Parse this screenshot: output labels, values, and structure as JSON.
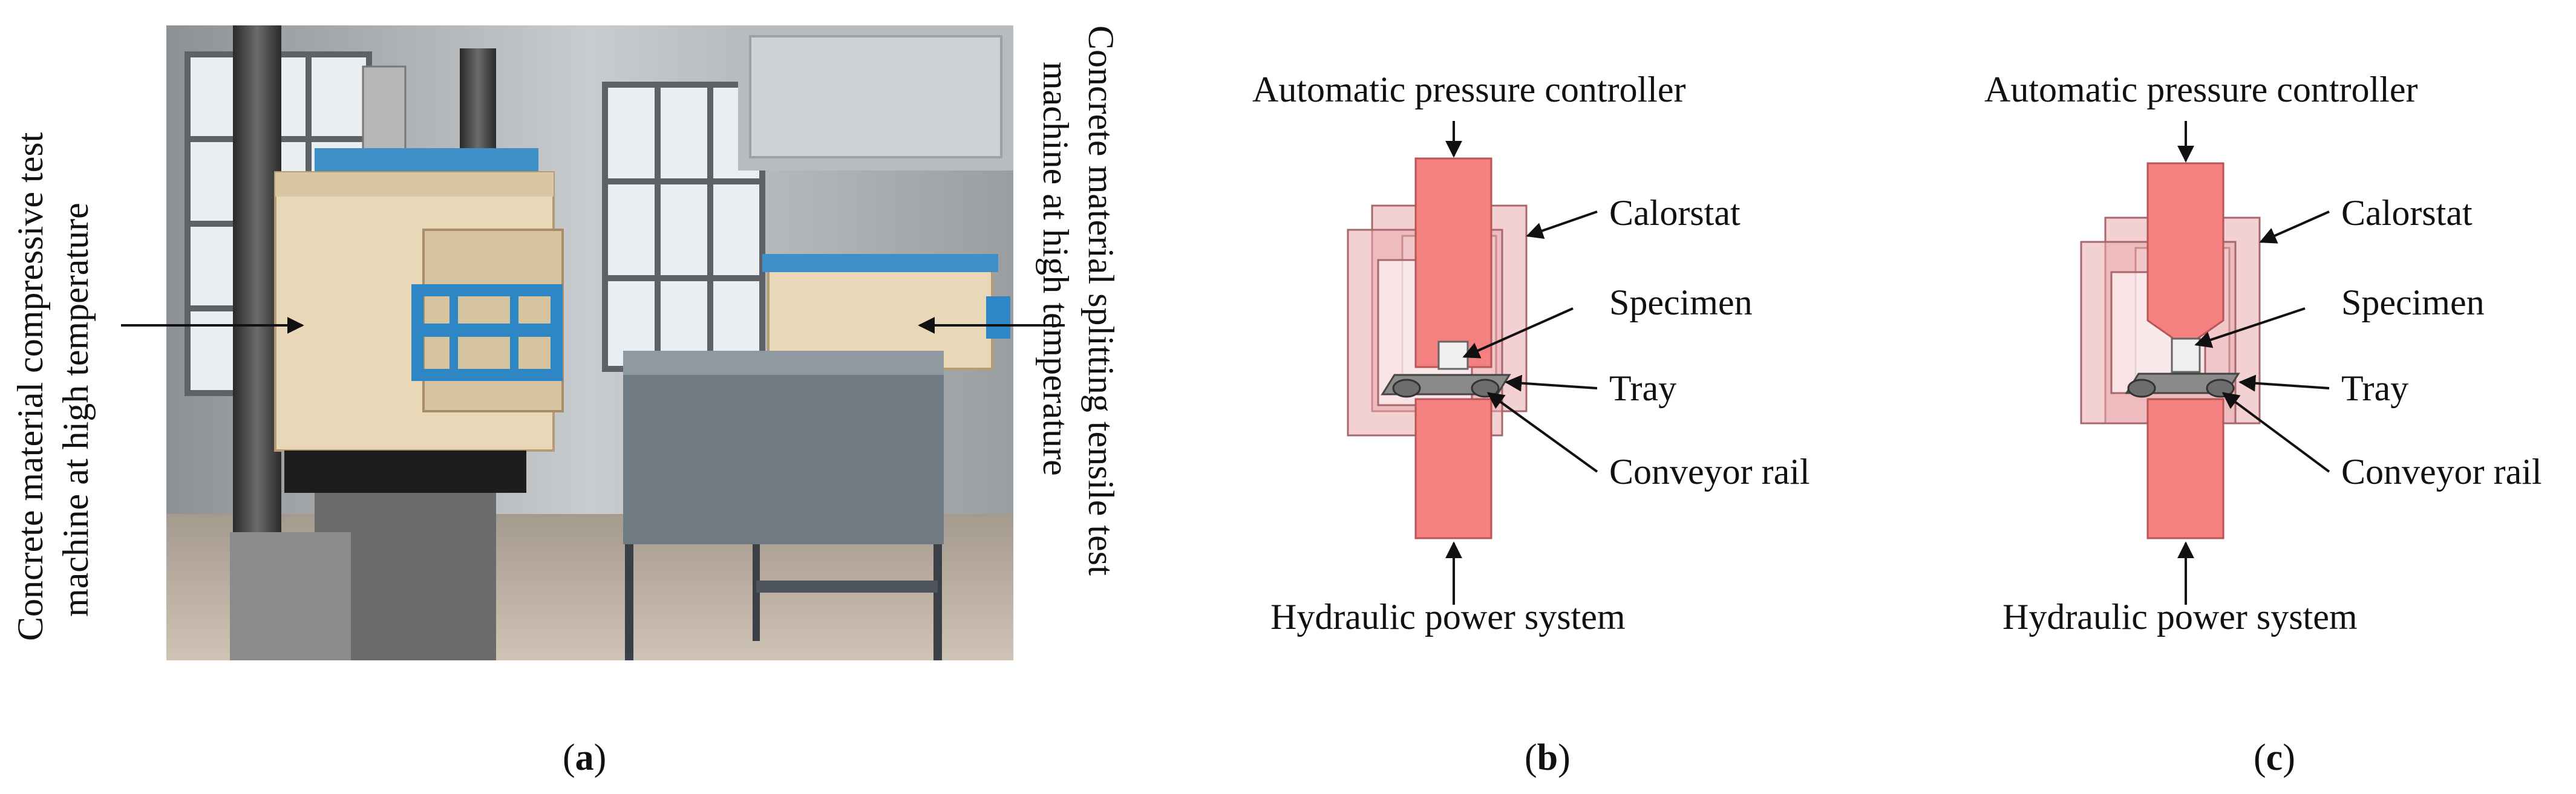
{
  "panel_a": {
    "left_label_line1": "Concrete material compressive test",
    "left_label_line2": "machine at high temperature",
    "right_label_line1": "Concrete material splitting tensile test",
    "right_label_line2": "machine at high temperature",
    "caption_letter": "a"
  },
  "panel_b": {
    "top_label": "Automatic pressure controller",
    "calorstat": "Calorstat",
    "specimen": "Specimen",
    "tray": "Tray",
    "conveyor": "Conveyor rail",
    "bottom_label": "Hydraulic power system",
    "caption_letter": "b"
  },
  "panel_c": {
    "top_label": "Automatic pressure controller",
    "calorstat": "Calorstat",
    "specimen": "Specimen",
    "tray": "Tray",
    "conveyor": "Conveyor rail",
    "bottom_label": "Hydraulic power system",
    "caption_letter": "c"
  },
  "colors": {
    "ram": "#f48080",
    "calorstat": "#e9a9ad",
    "tray": "#8a8a8a",
    "machine_body": "#e8d7b8",
    "accent_blue": "#2f86c4"
  }
}
